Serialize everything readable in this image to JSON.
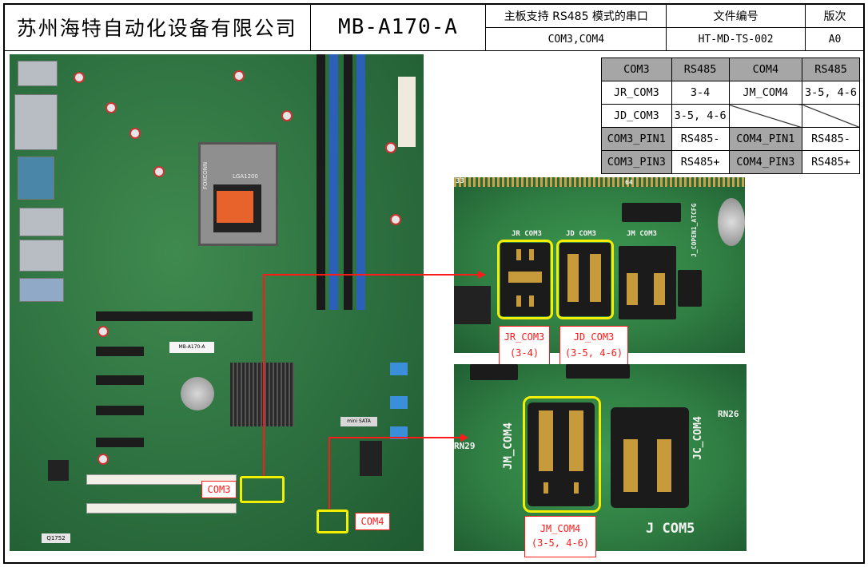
{
  "header": {
    "company": "苏州海特自动化设备有限公司",
    "model": "MB-A170-A",
    "title": "主板支持 RS485 模式的串口",
    "ports": "COM3,COM4",
    "doc_no_label": "文件编号",
    "doc_no": "HT-MD-TS-002",
    "version_label": "版次",
    "version": "A0"
  },
  "jumper_table": {
    "rows": [
      [
        "COM3",
        "RS485",
        "COM4",
        "RS485"
      ],
      [
        "JR_COM3",
        "3-4",
        "JM_COM4",
        "3-5, 4-6"
      ],
      [
        "JD_COM3",
        "3-5, 4-6",
        "",
        ""
      ],
      [
        "COM3_PIN1",
        "RS485-",
        "COM4_PIN1",
        "RS485-"
      ],
      [
        "COM3_PIN3",
        "RS485+",
        "COM4_PIN3",
        "RS485+"
      ]
    ]
  },
  "board": {
    "model_sticker": "MB-A170-A",
    "sata_label": "mini SATA",
    "cpu_brand": "FOXCONN",
    "socket": "LGA1200",
    "q_label": "Q1752",
    "com3_label": "COM3",
    "com4_label": "COM4"
  },
  "zoom_top": {
    "silk_jr": "JR COM3",
    "silk_jd": "JD COM3",
    "silk_jm": "JM COM3",
    "silk_side": "J_COPEN1_ATCFG",
    "silk_num": "33",
    "silk_num2": "64",
    "label_jr": "JR_COM3",
    "label_jr_pins": "(3-4)",
    "label_jd": "JD_COM3",
    "label_jd_pins": "(3-5, 4-6)"
  },
  "zoom_bottom": {
    "silk_jm": "JM_COM4",
    "silk_jc": "JC_COM4",
    "silk_com5": "J COM5",
    "silk_rn": "RN29",
    "silk_rn2": "RN26",
    "label_jm": "JM_COM4",
    "label_jm_pins": "(3-5, 4-6)"
  },
  "colors": {
    "arrow": "#ff1a1a",
    "highlight": "#f2ef00",
    "table_gray": "#a6a6a6"
  }
}
